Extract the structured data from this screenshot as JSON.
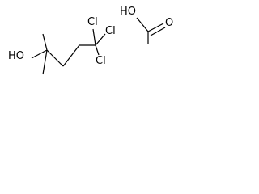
{
  "molecule_1": {
    "label_ho": "HO",
    "label_cl_top_left": "Cl",
    "label_cl_top_right": "Cl",
    "label_cl_bottom": "Cl"
  },
  "molecule_2": {
    "label_ho": "HO",
    "label_o": "O"
  },
  "colors": {
    "bond": "#000000",
    "text": "#000000",
    "background": "#ffffff"
  }
}
